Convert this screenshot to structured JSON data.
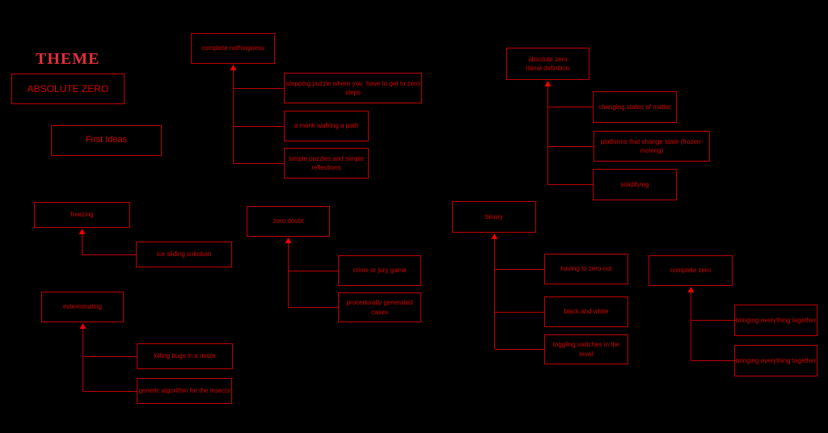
{
  "colors": {
    "background": "#000000",
    "line": "#bf0000",
    "node_border": "#bf0000",
    "node_text": "#d40404",
    "arrow": "#ee0000",
    "theme_text": "#e22f3c"
  },
  "header": {
    "theme_label": "THEME",
    "theme_node": "ABSOLUTE ZERO",
    "first_ideas_node": "First Ideas"
  },
  "clusters": [
    {
      "parent": "complete nothingness",
      "children": [
        "stepping puzzle where you  have to get to zero\nsteps",
        "a monk walking a path",
        "simple puzzles and simple\nreflections"
      ]
    },
    {
      "parent": "absolute zero\nliteral definition",
      "children": [
        "changing states of matter",
        "platforms that change state (frozen-\nmoving)",
        "solidifying"
      ]
    },
    {
      "parent": "freezing",
      "children": [
        "ice sliding sokoban"
      ]
    },
    {
      "parent": "zero doubt",
      "children": [
        "crime or jury game",
        "procedurally generated\ncases"
      ]
    },
    {
      "parent": "binary",
      "children": [
        "having to zero out",
        "black and white",
        "toggling switches in the\nlevel"
      ]
    },
    {
      "parent": "complete zero",
      "children": [
        "bringing everything together",
        "bringing everything together"
      ]
    },
    {
      "parent": "exterminating",
      "children": [
        "killing bugs in a maze",
        "genetic algorithm for the insects"
      ]
    }
  ]
}
